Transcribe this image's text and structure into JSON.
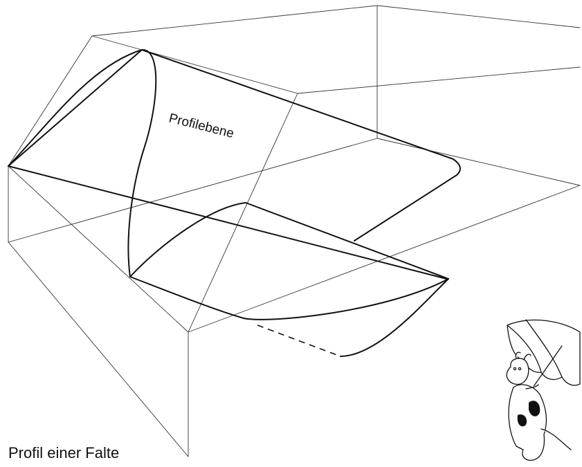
{
  "diagram": {
    "plane_label": "Profilebene",
    "caption": "Profil einer Falte"
  },
  "colors": {
    "line": "#111111",
    "box_edge": "#333333",
    "background": "#ffffff"
  },
  "icons": [
    "cow-with-umbrella-illustration"
  ]
}
